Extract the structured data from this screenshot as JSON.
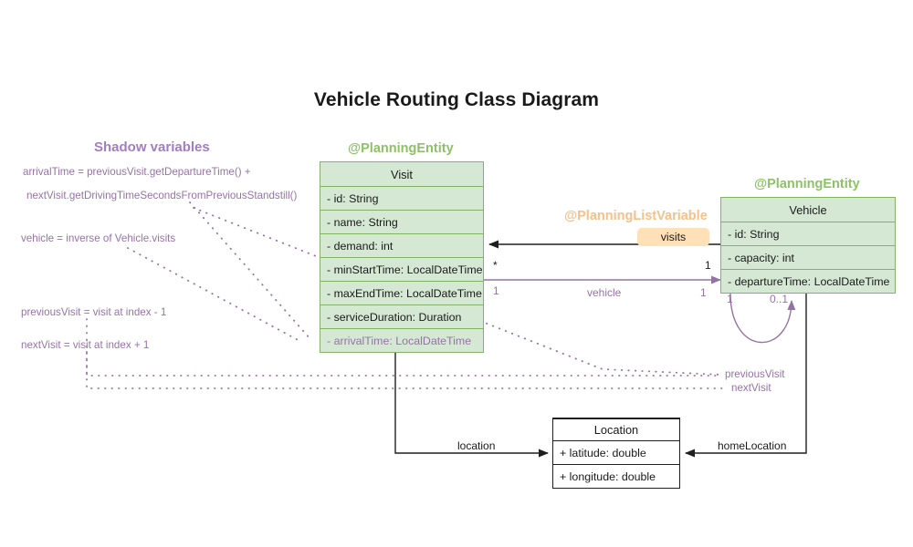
{
  "diagram": {
    "title": "Vehicle Routing Class Diagram",
    "colors": {
      "entity_fill": "#d5e8d4",
      "entity_border": "#82b366",
      "stereotype_green": "#8cc265",
      "stereotype_orange": "#f5c08a",
      "shadow_purple": "#9673a6",
      "badge_fill": "#ffe0b7",
      "plain_border": "#1f1f1f"
    }
  },
  "stereotypes": {
    "visit": "@PlanningEntity",
    "vehicle": "@PlanningEntity",
    "visits_list": "@PlanningListVariable"
  },
  "classes": {
    "visit": {
      "name": "Visit",
      "attributes": [
        "- id: String",
        "- name: String",
        "- demand: int",
        "- minStartTime: LocalDateTime",
        "- maxEndTime: LocalDateTime",
        "- serviceDuration: Duration",
        "- arrivalTime: LocalDateTime"
      ]
    },
    "vehicle": {
      "name": "Vehicle",
      "attributes": [
        "- id: String",
        "- capacity: int",
        "- departureTime: LocalDateTime"
      ]
    },
    "location": {
      "name": "Location",
      "attributes": [
        "+ latitude: double",
        "+ longitude: double"
      ]
    }
  },
  "associations": {
    "visits": {
      "label": "visits",
      "source_multiplicity": "1",
      "target_multiplicity": "*"
    },
    "vehicle": {
      "label": "vehicle",
      "source_multiplicity": "1",
      "target_multiplicity": "1"
    },
    "location": {
      "label": "location"
    },
    "home_location": {
      "label": "homeLocation"
    },
    "previous_visit": {
      "label": "previousVisit",
      "source_multiplicity": "1",
      "target_multiplicity": "0..1"
    },
    "next_visit": {
      "label": "nextVisit"
    }
  },
  "shadow_panel": {
    "title": "Shadow variables",
    "notes": [
      "arrivalTime = previousVisit.getDepartureTime() +",
      "nextVisit.getDrivingTimeSecondsFromPreviousStandstill()",
      "vehicle = inverse of Vehicle.visits",
      "previousVisit = visit at index - 1",
      "nextVisit = visit at index + 1"
    ]
  }
}
